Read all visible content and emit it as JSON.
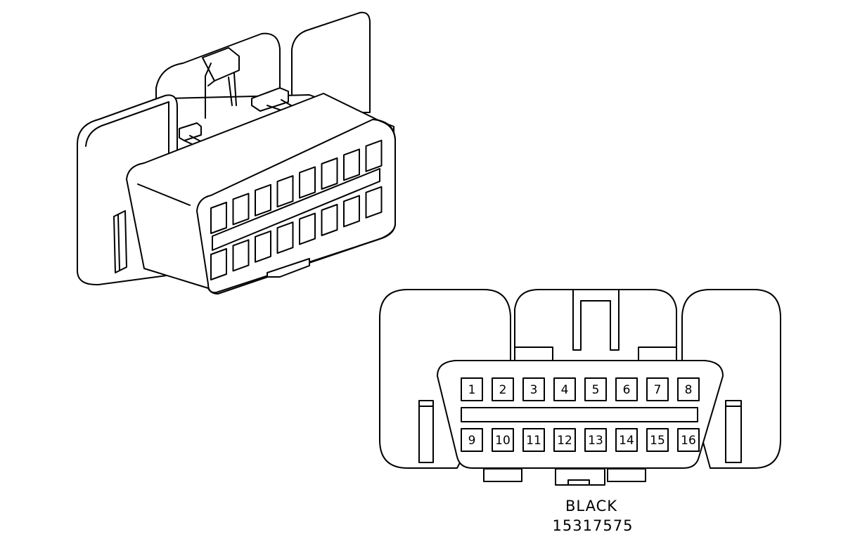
{
  "connector": {
    "color_label": "BLACK",
    "part_number": "15317575"
  },
  "pins": {
    "top_row": [
      "1",
      "2",
      "3",
      "4",
      "5",
      "6",
      "7",
      "8"
    ],
    "bottom_row": [
      "9",
      "10",
      "11",
      "12",
      "13",
      "14",
      "15",
      "16"
    ]
  },
  "colors": {
    "line": "#000000",
    "background": "#ffffff"
  }
}
